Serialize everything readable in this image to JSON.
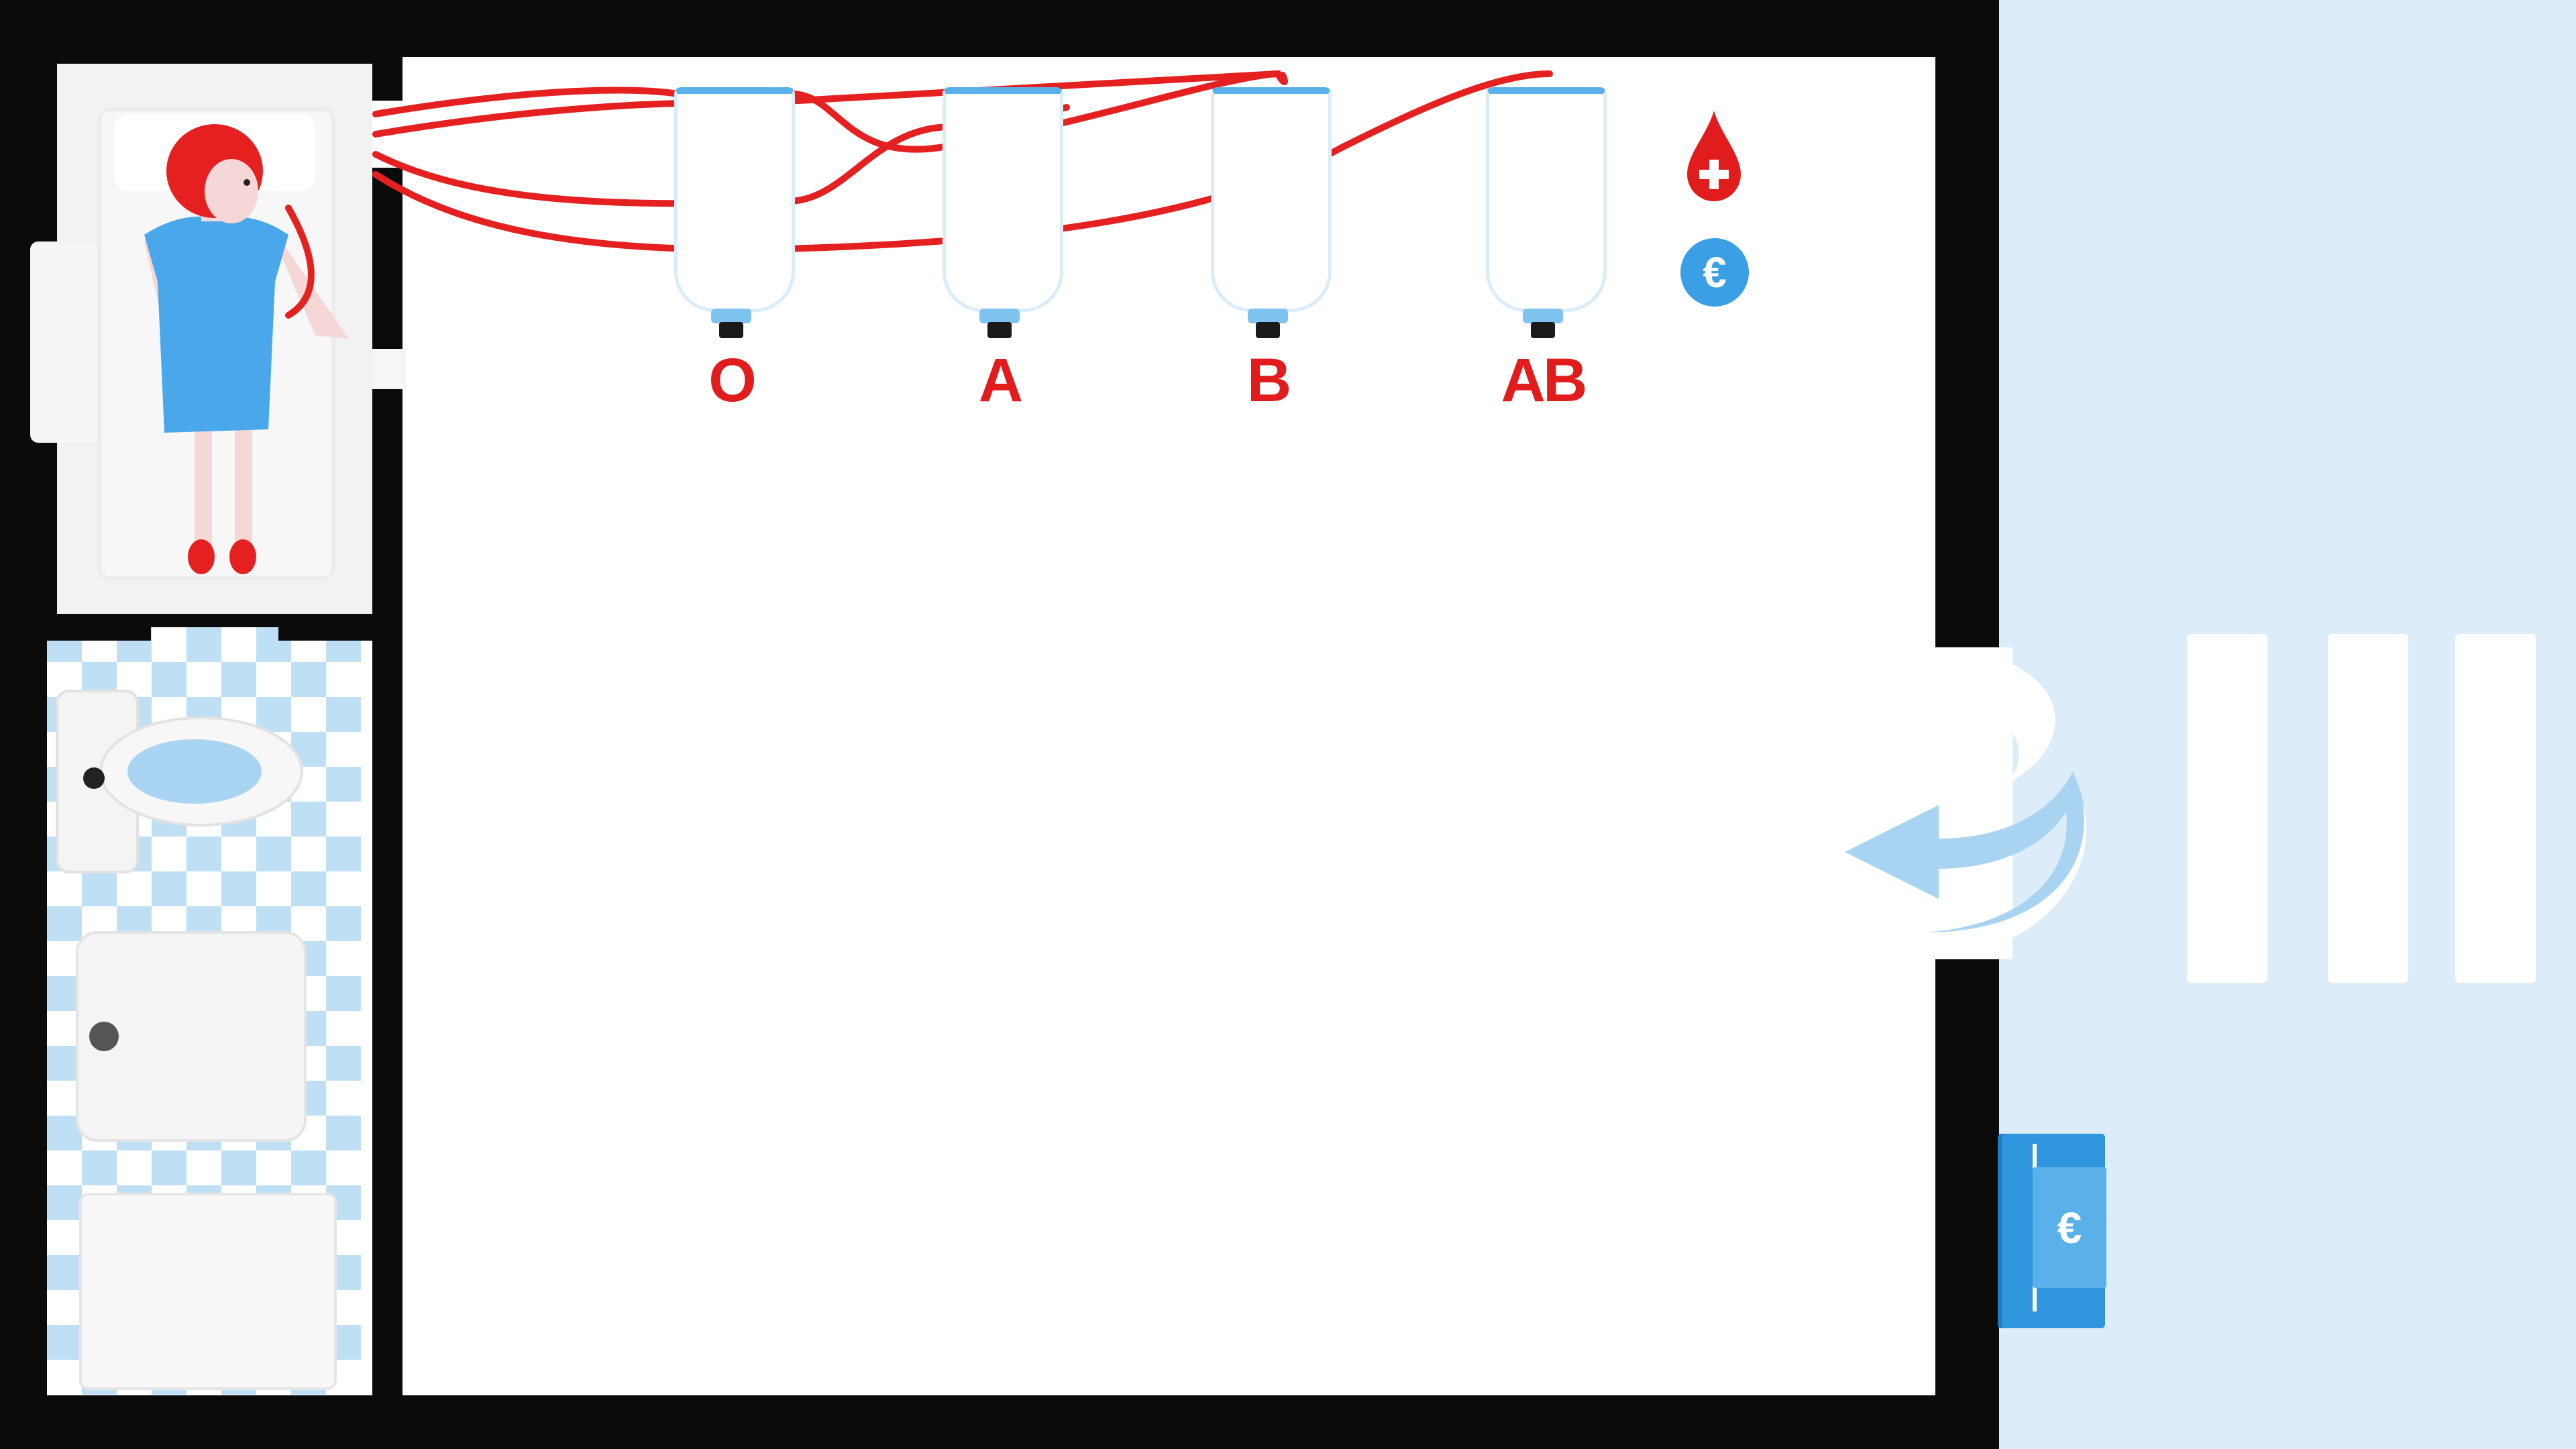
{
  "game": {
    "blood_types": [
      {
        "label": "O"
      },
      {
        "label": "A"
      },
      {
        "label": "B"
      },
      {
        "label": "AB"
      }
    ],
    "hud": {
      "blood_icon": "blood-drop-plus-icon",
      "currency_icon": "euro-coin-icon",
      "currency_symbol": "€"
    },
    "wallet": {
      "icon": "wallet-icon",
      "symbol": "€"
    },
    "entrance": {
      "icon": "curved-arrow-left-icon"
    }
  },
  "colors": {
    "wall": "#0b0b0b",
    "floor": "#ffffff",
    "blood_red": "#e01c1c",
    "accent_blue": "#3a9fe4",
    "outside": "#dcecf8",
    "tile_blue": "#bfe0f4"
  }
}
